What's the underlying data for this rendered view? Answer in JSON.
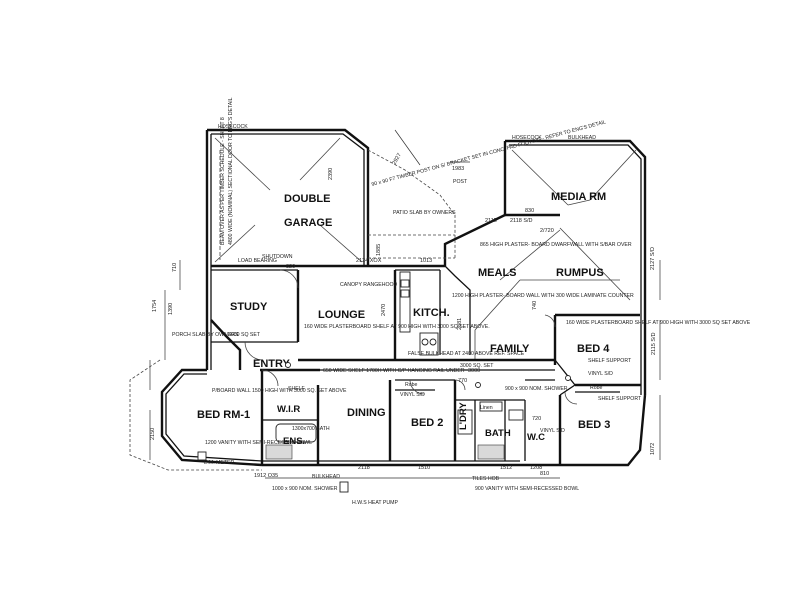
{
  "rooms": {
    "double_garage": [
      "DOUBLE",
      "GARAGE"
    ],
    "media_rm": "MEDIA RM",
    "meals": "MEALS",
    "rumpus": "RUMPUS",
    "study": "STUDY",
    "lounge": "LOUNGE",
    "kitch": "KITCH.",
    "family": "FAMILY",
    "bed4": "BED 4",
    "entry": "ENTRY",
    "bed_rm1": "BED RM-1",
    "wir": "W.I.R",
    "ens": "ENS.",
    "dining": "DINING",
    "bed2": "BED 2",
    "ldry": "L'DRY",
    "bath": "BATH",
    "wc": "W.C",
    "bed3": "BED 3",
    "linen": "Linen",
    "robe_bed2": "Robe",
    "robe_bed3": "Robe"
  },
  "notes": {
    "hosecock_left": "HOSECOCK",
    "hosecock_right": "HOSECOCK",
    "bulkhead_top": "BULKHEAD",
    "bulkhead_bottom": "BULKHEAD",
    "post": "POST",
    "timber_post": "90 x 90 F7 TIMBER POST ON S/ BRACKET SET IN CONC. PAD FOOTING - REFER TO ENG'S DETAIL",
    "patio": "PATIO SLAB BY OWNERS",
    "garage_door": "4800 WIDE (NOMINAL) SECTIONAL DOOR TO ENG'S DETAIL",
    "beam": "BEAM OVER AS PER TIMBER SCHEDULE - SHEET 8",
    "load_bearing": "LOAD BEARING",
    "shutdown": "SHUTDOWN",
    "plaster_meals": "865 HIGH PLASTER- BOARD DWARFWALL WITH S/BAR OVER",
    "canopy": "CANOPY RANGEHOOD",
    "plasterboard_lounge": "160 WIDE PLASTERBOARD SHELF AT 900 HIGH WITH 3000 SQ SET ABOVE.",
    "dwarf_wall": "1200 HIGH PLASTER- BOARD WALL WITH 300 WIDE LAMINATE COUNTER",
    "porch": "PORCH SLAB BY OWNERS",
    "study_set": "3000 SQ SET",
    "plaster_bed4": "160 WIDE PLASTERBOARD SHELF AT 900 HIGH WITH 3000 SQ SET ABOVE",
    "shelf_support": "SHELF SUPPORT",
    "vinyl_bed4": "VINYL S/D",
    "false_bulkhead": "FALSE BULKHEAD AT 2400 ABOVE REF. SPACE",
    "sq_set_family": "3000 SQ. SET",
    "shelf_dining": "650 WIDE SHELF 1700H WITH C/P HANGING RAIL UNDER",
    "shelf": "SHELF",
    "plaster_entry": "P/BOARD WALL 1500 HIGH WITH 3000 SQ. SET ABOVE",
    "vinyl_bed2": "VINYL S/D",
    "shower_bath": "900 x 900 NOM. SHOWER",
    "vinyl_bed3": "VINYL S/D",
    "shelf_support_bed3": "SHELF SUPPORT",
    "vanity_ens": "1200 VANITY WITH SEMI-RECESSED BOWL",
    "bath_size": "1300x700 BATH",
    "meter": "E.M. METER",
    "nom_shower": "1000 x 900 NOM. SHOWER",
    "hws": "H.W.S HEAT PUMP",
    "tiles_hob": "TILES HOB",
    "vanity_bath": "900 VANITY WITH SEMI-RECESSED BOWL"
  },
  "dimensions": {
    "d2390": "2390",
    "d2927": "2927",
    "d1983": "1983",
    "d2118": "2118 S/D",
    "d830": "830",
    "d2115": "2115",
    "d2720": "2/720",
    "d2127": "2127 S/D",
    "d2124": "2124 XOX",
    "d1013": "1013",
    "d1885": "1885",
    "d820": "820",
    "d710": "710",
    "d2470": "2470",
    "d1754": "1754",
    "d1390": "1390",
    "d2881": "2881",
    "d740": "740",
    "d1510": "1510",
    "d770": "770",
    "d720": "720",
    "d2115s": "2115 S/D",
    "d3000": "3000",
    "d2150": "2150",
    "d1512": "1512",
    "d1208": "1208",
    "d810": "810",
    "d2118b": "2118",
    "d1912": "1912 O35",
    "d1072": "1072"
  }
}
